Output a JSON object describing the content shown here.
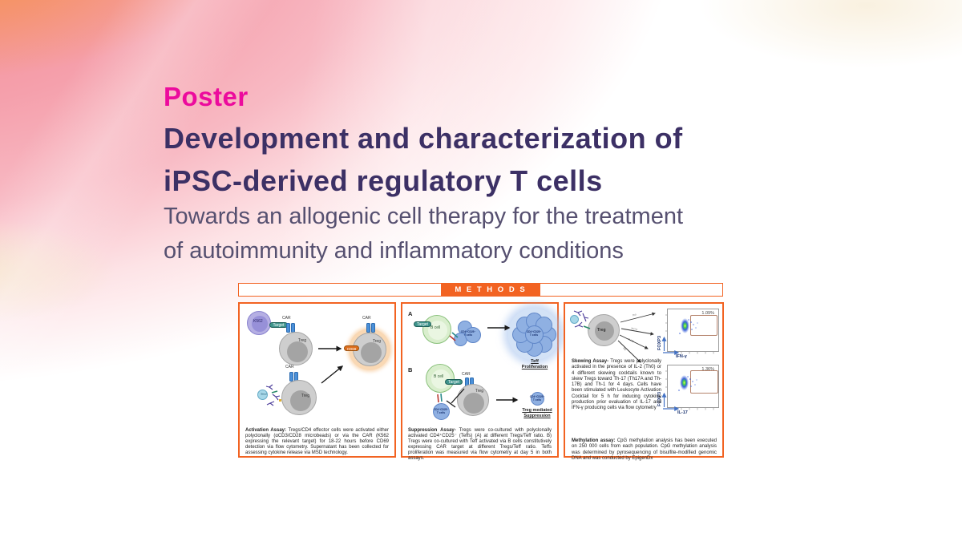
{
  "colors": {
    "eyebrow": "#ec0b9d",
    "title": "#3c3065",
    "subtitle": "#565070",
    "orange": "#f26322"
  },
  "hero": {
    "eyebrow": "Poster",
    "title_line1": "Development and characterization of",
    "title_line2": "iPSC-derived regulatory T cells",
    "subtitle_line1": "Towards an allogenic cell therapy for the treatment",
    "subtitle_line2": "of autoimmunity and inflammatory conditions"
  },
  "methods": {
    "header_label": "M E T H O D S",
    "activation": {
      "labels": {
        "k562": "K562",
        "target": "Target",
        "car": "CAR",
        "treg": "Treg",
        "cd69": "CD69",
        "bead": "Bead"
      },
      "caption_lead": "Activation Assay:",
      "caption": " Tregs/CD4 effector cells were activated either polyclonally (αCD3/CD28 microbeads) or via the CAR (K562 expressing the relevant target)  for 18-22 hours before CD69 detection via flow cytometry. Supernatant has been collected for assessing cytokine release via MSD technology."
    },
    "suppression": {
      "label_a": "A",
      "label_b": "B",
      "bcell": "B cell",
      "target": "Target",
      "car": "CAR",
      "treg": "Treg",
      "tcell_line1": "CD4⁺CD25⁻",
      "tcell_line2": "T cells",
      "result_a_line1": "Teff",
      "result_a_line2": "Proliferation",
      "result_b_line1": "Treg mediated",
      "result_b_line2": "Suppression",
      "caption_lead": "Suppression Assay-",
      "caption": " Tregs were co-cultured with polyclonally activated CD4⁺CD25⁻ (Teffs) (A) at different Tregs/Teff ratio. B) Tregs were co-cultured with Teff activated via B cells constitutively expressing CAR target at different Tregs/Teff ratio. Teffs  proliferation was measured via flow cytometry at day 5 in both assays."
    },
    "skewing": {
      "treg": "Treg",
      "arrow_labels": [
        "Th0",
        "Th17A",
        "Th17B",
        "Th1"
      ],
      "plots": [
        {
          "percent": "1.09%",
          "x_label": "IFN-γ",
          "y_label": "FOXP3"
        },
        {
          "percent": "1.36%",
          "x_label": "IL-17",
          "y_label": "FOXP3"
        }
      ],
      "caption_lead": "Skewing Assay-",
      "caption": " Tregs were polyclonally activated in the presence of IL-2 (Th0) or 4 different skewing cocktails known to skew Tregs toward Th-17 (Th17A and Th-17B) and Th-1 for 4 days. Cells have been stimulated with Leukocyte Activation Cocktail for 5 h for inducing cytokine production prior evaluation of IL-17 and IFN-γ producing cells via flow cytometry",
      "meth_lead": "Methylation assay:",
      "meth_caption": " CpG methylation analysis has been executed on 250 000 cells from each population. CpG methylation analysis was determined by pyrosequencing of bisulfite-modified genomic DNA and was conducted by EpigenDx"
    }
  }
}
